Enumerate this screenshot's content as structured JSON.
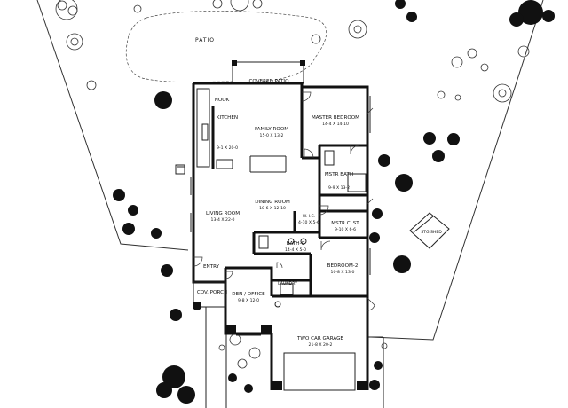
{
  "plan": {
    "outdoor": {
      "patio": "PATIO",
      "storage_shed": "STG.SHED"
    },
    "rooms": [
      {
        "key": "covered_patio",
        "name": "COVERED PATIO",
        "dims": ""
      },
      {
        "key": "nook",
        "name": "NOOK",
        "dims": ""
      },
      {
        "key": "kitchen",
        "name": "KITCHEN",
        "dims": "9-1 X 20-0"
      },
      {
        "key": "family_room",
        "name": "FAMILY ROOM",
        "dims": "15-0 X 13-2"
      },
      {
        "key": "master_bedroom",
        "name": "MASTER BEDROOM",
        "dims": "14-4 X 14-10"
      },
      {
        "key": "master_bath",
        "name": "MSTR BATH",
        "dims": "9-9 X 13-2"
      },
      {
        "key": "master_closet",
        "name": "MSTR CLST",
        "dims": "9-10 X 6-6"
      },
      {
        "key": "dining_room",
        "name": "DINING ROOM",
        "dims": "10-6 X 12-10"
      },
      {
        "key": "wic",
        "name": "W. I.C.",
        "dims": "4-10 X 5-6"
      },
      {
        "key": "living_room",
        "name": "LIVING ROOM",
        "dims": "13-4 X 22-0"
      },
      {
        "key": "bath_c",
        "name": "BATH-C",
        "dims": "14-4 X 5-0"
      },
      {
        "key": "bedroom_2",
        "name": "BEDROOM-2",
        "dims": "10-8 X 13-0"
      },
      {
        "key": "entry",
        "name": "ENTRY",
        "dims": ""
      },
      {
        "key": "laundry",
        "name": "LAUNDRY",
        "dims": ""
      },
      {
        "key": "cov_porch",
        "name": "COV. PORCH",
        "dims": ""
      },
      {
        "key": "den_office",
        "name": "DEN / OFFICE",
        "dims": "9-8 X 12-0"
      },
      {
        "key": "garage",
        "name": "TWO CAR GARAGE",
        "dims": "21-8 X 20-2"
      }
    ]
  }
}
